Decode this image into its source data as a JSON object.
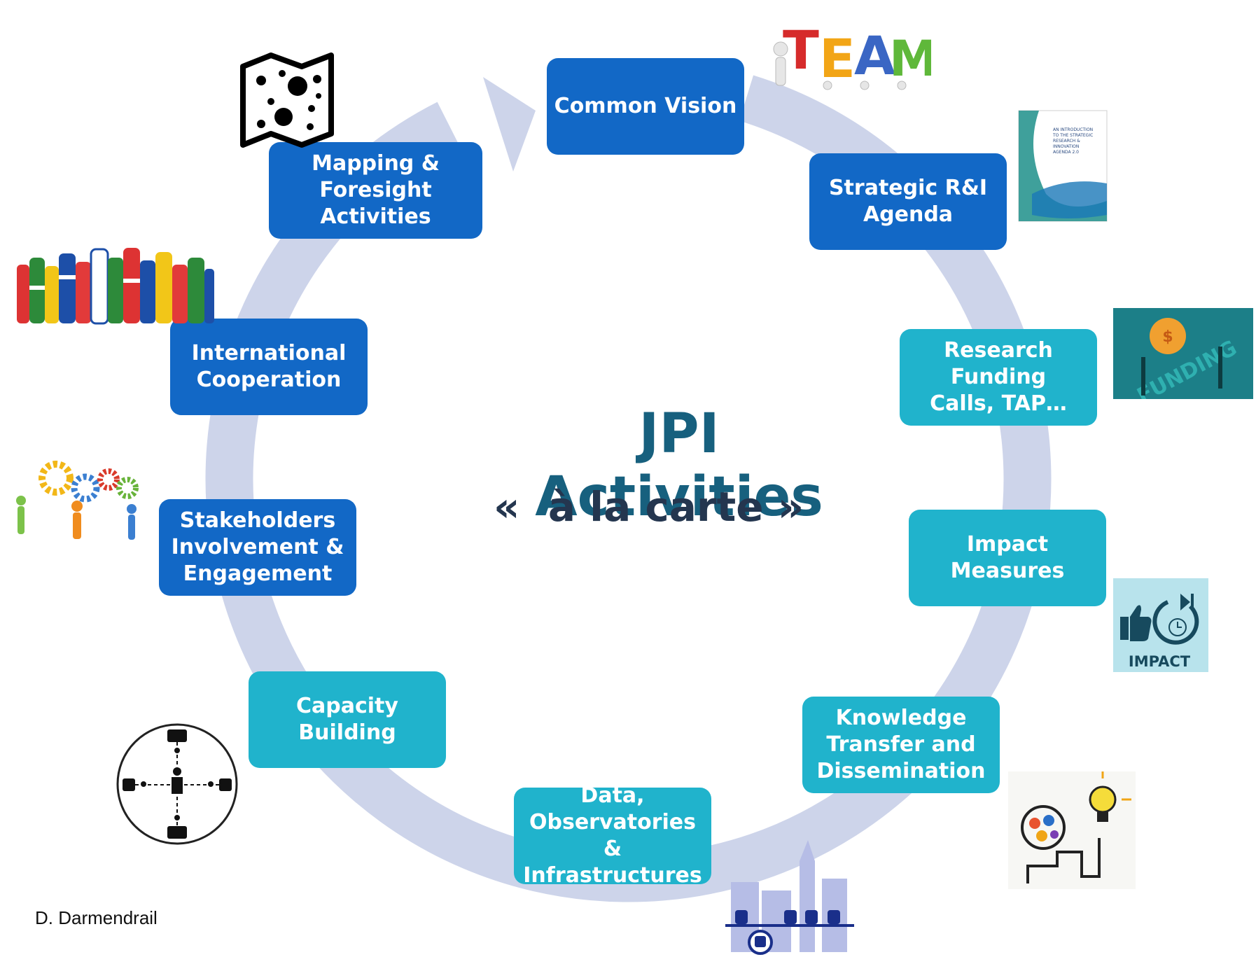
{
  "title": "JPI Activities",
  "subtitle": "«  à la carte »",
  "author": "D. Darmendrail",
  "colors": {
    "dark_box": "#1268c6",
    "light_box": "#20b3cc",
    "ring": "#cdd4ea",
    "title": "#17607e",
    "subtitle": "#24364f"
  },
  "activities": [
    {
      "label": "Common Vision"
    },
    {
      "label": "Strategic R&I\nAgenda"
    },
    {
      "label": "Research Funding\nCalls, TAP…"
    },
    {
      "label": "Impact Measures"
    },
    {
      "label": "Knowledge\nTransfer and\nDissemination"
    },
    {
      "label": "Data,\nObservatories &\nInfrastructures"
    },
    {
      "label": "Capacity Building"
    },
    {
      "label": "Stakeholders\nInvolvement &\nEngagement"
    },
    {
      "label": "International\nCooperation"
    },
    {
      "label": "Mapping &\nForesight Activities"
    }
  ],
  "icons": {
    "team": {
      "name": "team-icon",
      "text": "TEAM"
    },
    "agenda_cover": {
      "name": "agenda-cover-icon",
      "text": "AN INTRODUCTION TO THE STRATEGIC RESEARCH & INNOVATION AGENDA 2.0"
    },
    "funding": {
      "name": "funding-icon",
      "text": "FUNDING"
    },
    "impact": {
      "name": "impact-icon",
      "text": "IMPACT"
    },
    "ideas": {
      "name": "brain-lightbulb-icon"
    },
    "city": {
      "name": "city-transport-icon"
    },
    "network": {
      "name": "people-network-icon"
    },
    "gears": {
      "name": "gears-people-icon"
    },
    "flags": {
      "name": "flag-people-icon"
    },
    "map": {
      "name": "map-icon"
    }
  }
}
